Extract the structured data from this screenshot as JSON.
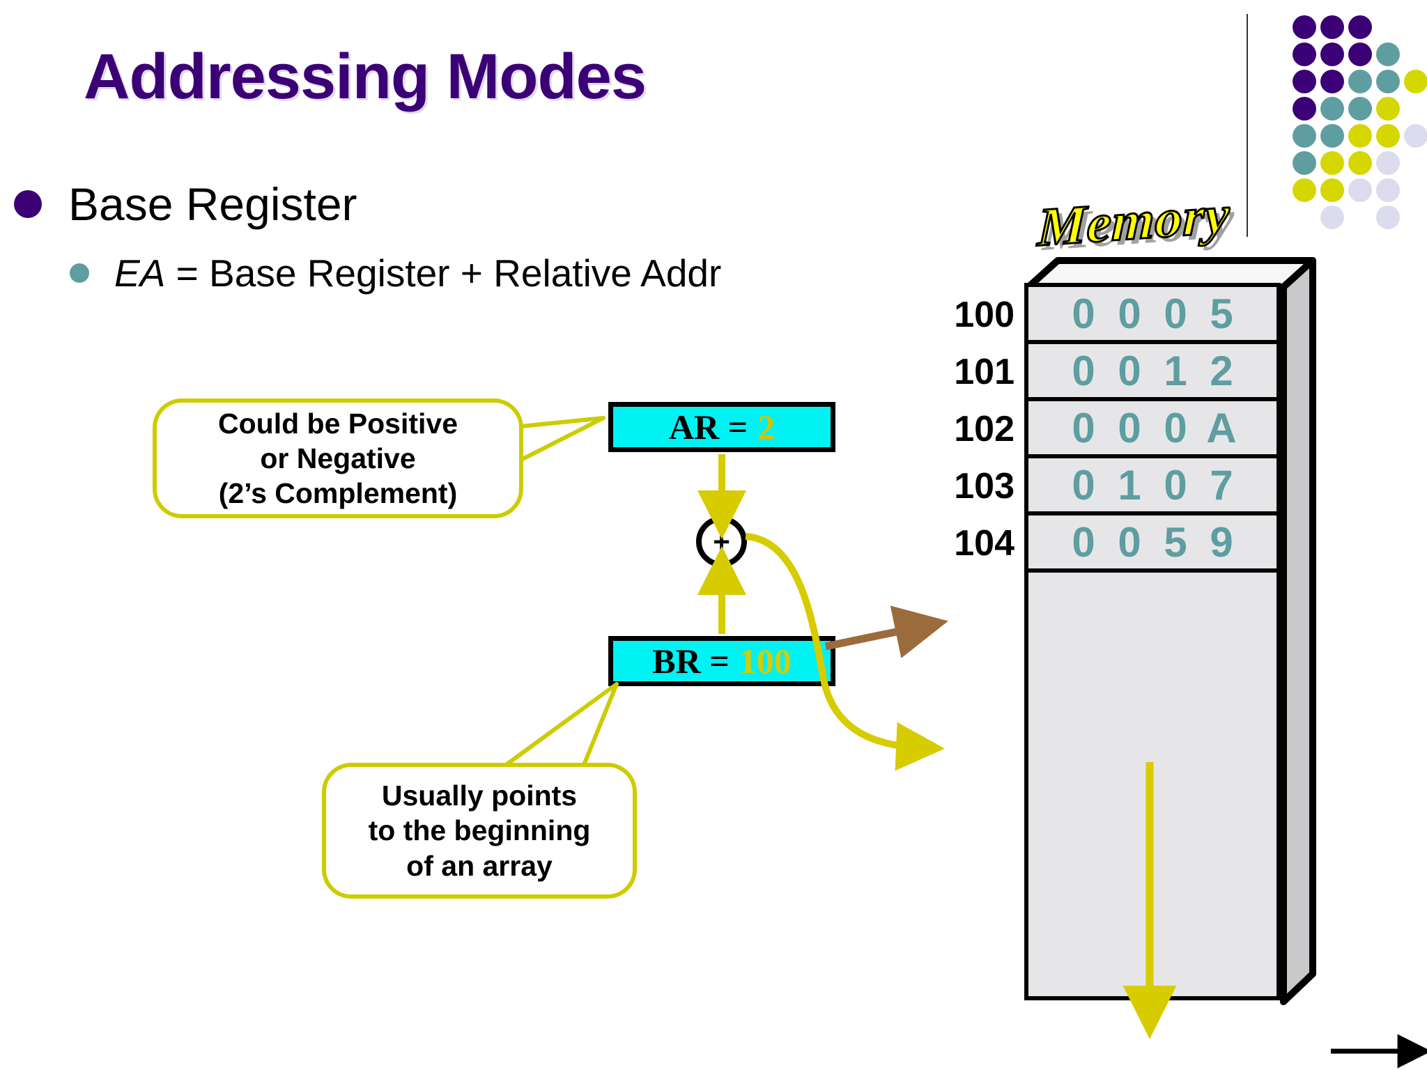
{
  "slide": {
    "title": "Addressing Modes",
    "bullets": [
      {
        "label": "Base Register",
        "level": 1
      },
      {
        "label_italic": "EA",
        "label_rest": " = Base Register + Relative Addr",
        "level": 2
      }
    ]
  },
  "registers": {
    "ar": {
      "name": "AR =",
      "value": "2"
    },
    "br": {
      "name": "BR =",
      "value": "100"
    },
    "adder_symbol": "+"
  },
  "callouts": {
    "ar_note": [
      "Could be Positive",
      "or Negative",
      "(2’s Complement)"
    ],
    "br_note": [
      "Usually points",
      "to the beginning",
      "of an array"
    ]
  },
  "memory": {
    "heading": "Memory",
    "addresses": [
      "100",
      "101",
      "102",
      "103",
      "104"
    ],
    "rows": [
      {
        "address": "100",
        "nibbles": [
          "0",
          "0",
          "0",
          "5"
        ]
      },
      {
        "address": "101",
        "nibbles": [
          "0",
          "0",
          "1",
          "2"
        ]
      },
      {
        "address": "102",
        "nibbles": [
          "0",
          "0",
          "0",
          "A"
        ]
      },
      {
        "address": "103",
        "nibbles": [
          "0",
          "1",
          "0",
          "7"
        ]
      },
      {
        "address": "104",
        "nibbles": [
          "0",
          "0",
          "5",
          "9"
        ]
      },
      {
        "address": "",
        "nibbles": [
          "",
          "",
          "",
          ""
        ]
      }
    ]
  },
  "arrows": {
    "br_to_100": "brown-arrow",
    "adder_to_102": "yellow-curved-arrow",
    "ar_to_adder": "yellow-down-arrow",
    "br_to_adder": "yellow-up-arrow",
    "memory_down": "yellow-down-arrow",
    "footer": "black-right-arrow"
  },
  "colors": {
    "title_purple": "#3B0076",
    "bullet_purple": "#3B0076",
    "bullet_teal": "#5F9EA0",
    "register_cyan": "#00F2F2",
    "accent_yellow": "#D6CC00",
    "callout_border": "#CCCC00",
    "memory_digit_teal": "#5F9EA0",
    "brown_arrow": "#9C6B3C",
    "memory_face": "#E6E6E9",
    "lavender": "#DCDCEE"
  },
  "decoration": {
    "dot_grid": [
      [
        "purple",
        "purple",
        "purple",
        "",
        ""
      ],
      [
        "purple",
        "purple",
        "purple",
        "teal",
        ""
      ],
      [
        "purple",
        "purple",
        "teal",
        "teal",
        "yellow"
      ],
      [
        "purple",
        "teal",
        "teal",
        "yellow",
        ""
      ],
      [
        "teal",
        "teal",
        "yellow",
        "yellow",
        "lavender"
      ],
      [
        "teal",
        "yellow",
        "yellow",
        "lavender",
        ""
      ],
      [
        "yellow",
        "yellow",
        "lavender",
        "lavender",
        ""
      ],
      [
        "",
        "lavender",
        "",
        "lavender",
        ""
      ]
    ]
  }
}
